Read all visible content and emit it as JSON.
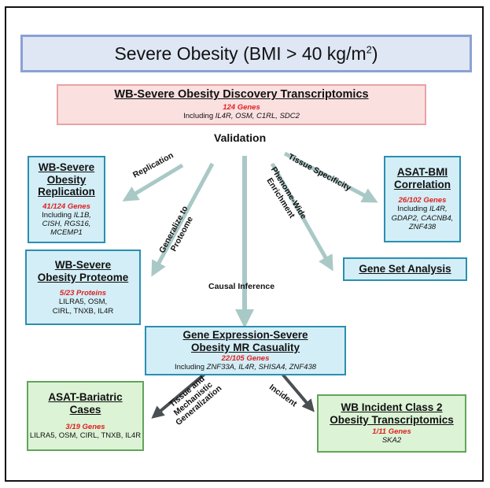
{
  "title": {
    "prefix": "Severe Obesity (BMI > 40 kg/m",
    "sup": "2",
    "suffix": ")"
  },
  "discovery": {
    "heading": "WB-Severe Obesity Discovery Transcriptomics",
    "count": "124 Genes",
    "including": "Including",
    "genes": "IL4R, OSM, C1RL, SDC2"
  },
  "validation": "Validation",
  "replication_box": {
    "heading_1": "WB-Severe",
    "heading_2": "Obesity",
    "heading_3": "Replication",
    "count": "41/124 Genes",
    "including": "Including",
    "genes_1": "IL1B,",
    "genes_2": "CISH, RGS16,",
    "genes_3": "MCEMP1"
  },
  "asat_bmi": {
    "heading_1": "ASAT-BMI",
    "heading_2": "Correlation",
    "count": "26/102 Genes",
    "including": "Including",
    "genes_1": "IL4R,",
    "genes_2": "GDAP2, CACNB4,",
    "genes_3": "ZNF438"
  },
  "proteome": {
    "heading_1": "WB-Severe",
    "heading_2": "Obesity Proteome",
    "count": "5/23 Proteins",
    "list_1": "LILRA5, OSM,",
    "list_2": "CIRL, TNXB, IL4R"
  },
  "gene_set": {
    "heading": "Gene Set Analysis"
  },
  "mr": {
    "heading_1": "Gene Expression-Severe",
    "heading_2": "Obesity MR Casuality",
    "count": "22/105 Genes",
    "including": "Including",
    "genes": "ZNF33A, IL4R, SHISA4, ZNF438"
  },
  "bariatric": {
    "heading_1": "ASAT-Bariatric",
    "heading_2": "Cases",
    "count": "3/19 Genes",
    "list": "LILRA5, OSM, CIRL, TNXB, IL4R"
  },
  "incident": {
    "heading_1": "WB Incident Class 2",
    "heading_2": "Obesity Transcriptomics",
    "count": "1/11 Genes",
    "genes": "SKA2"
  },
  "arrow_labels": {
    "replication": "Replication",
    "generalize_1": "Generalize to",
    "generalize_2": "Proteome",
    "phenome_1": "Phenome-Wide",
    "phenome_2": "Enrichment",
    "tissue_specificity": "Tissue Specificity",
    "causal": "Causal Inference",
    "tissue_mech_1": "Tissue and",
    "tissue_mech_2": "Mechanistic",
    "tissue_mech_3": "Generalization",
    "incident": "Incident"
  },
  "colors": {
    "validation_arrow": "#a9c9c6",
    "inference_arrow": "#4a4f52",
    "red_text": "#e02020"
  }
}
